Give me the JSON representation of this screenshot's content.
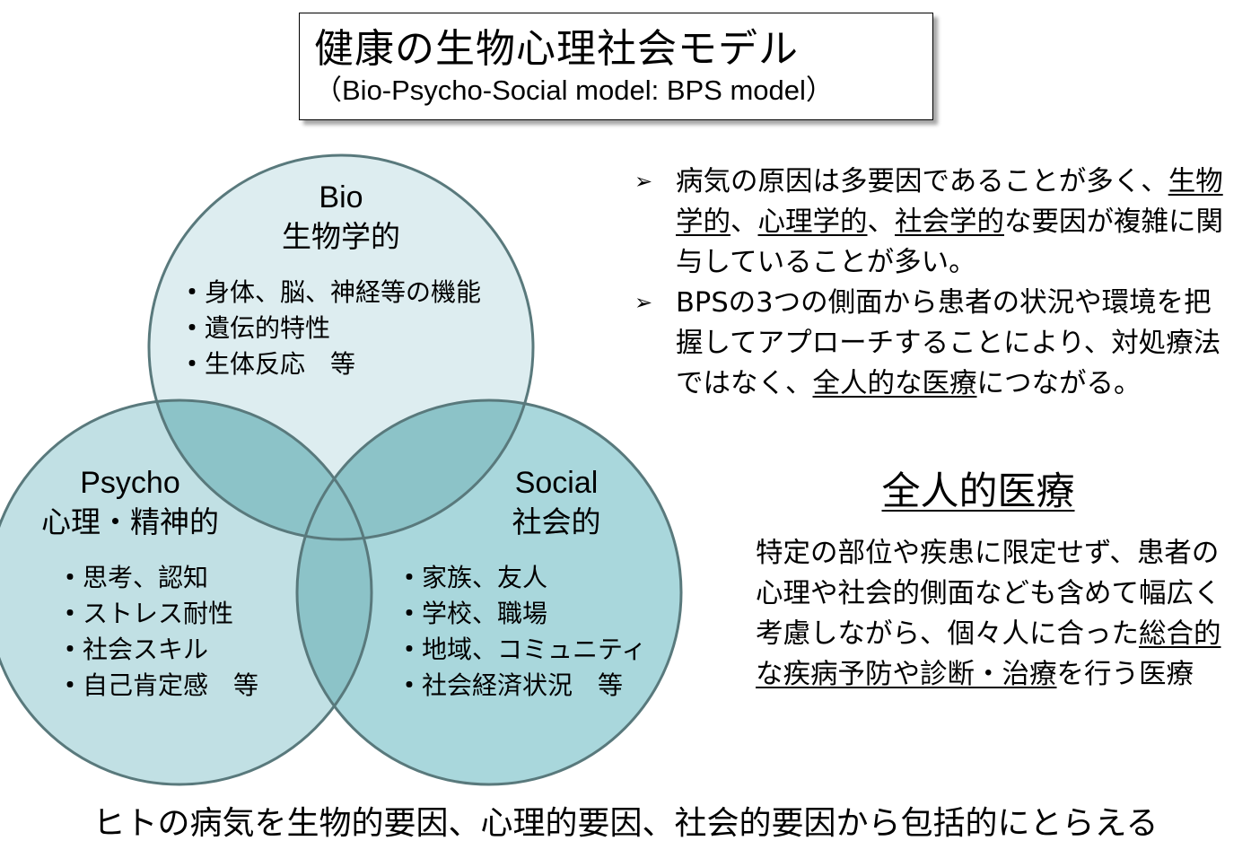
{
  "title": {
    "main": "健康の生物心理社会モデル",
    "sub": "（Bio-Psycho-Social model: BPS model）"
  },
  "venn": {
    "colors": {
      "bio_fill": "#ddedf0",
      "psycho_fill": "#c1e0e4",
      "social_fill": "#a9d7dc",
      "overlap_fill": "#8cc3c8",
      "stroke": "#59797c"
    },
    "bio": {
      "en": "Bio",
      "ja": "生物学的",
      "items": [
        "身体、脳、神経等の機能",
        "遺伝的特性",
        "生体反応　等"
      ]
    },
    "psycho": {
      "en": "Psycho",
      "ja": "心理・精神的",
      "items": [
        "思考、認知",
        "ストレス耐性",
        "社会スキル",
        "自己肯定感　等"
      ]
    },
    "social": {
      "en": "Social",
      "ja": "社会的",
      "items": [
        "家族、友人",
        "学校、職場",
        "地域、コミュニティ",
        "社会経済状況　等"
      ]
    }
  },
  "bullets": {
    "arrow_icon": "➢",
    "b1": {
      "t1": "病気の原因は多要因であることが多く、",
      "u1": "生物学的",
      "t2": "、",
      "u2": "心理学的",
      "t3": "、",
      "u3": "社会学的",
      "t4": "な要因が複雑に関与していることが多い。"
    },
    "b2": {
      "t1": "BPSの3つの側面から患者の状況や環境を把握してアプローチすることにより、対処療法ではなく、",
      "u1": "全人的な医療",
      "t2": "につながる。"
    }
  },
  "holistic": {
    "title": "全人的医療",
    "t1": "特定の部位や疾患に限定せず、患者の心理や社会的側面なども含めて幅広く考慮しながら、個々人に合った",
    "u1": "総合的な疾病予防や診断・治療",
    "t2": "を行う医療"
  },
  "bottom_caption": "ヒトの病気を生物的要因、心理的要因、社会的要因から包括的にとらえる"
}
